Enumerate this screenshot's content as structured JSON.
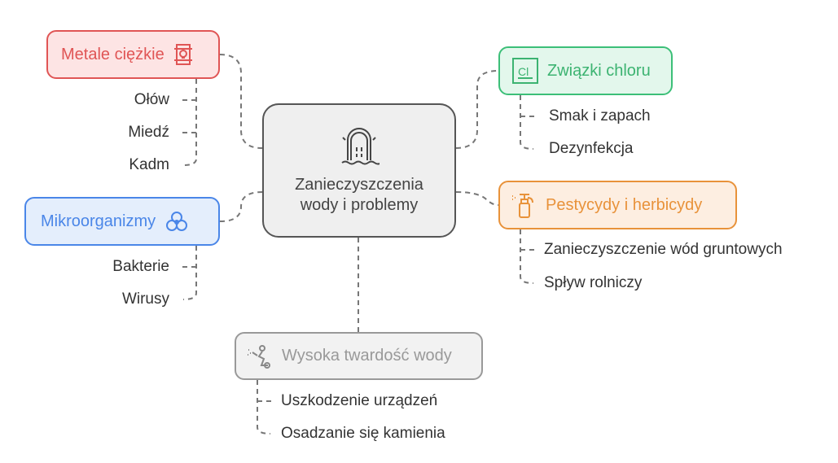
{
  "center": {
    "title_line1": "Zanieczyszczenia",
    "title_line2": "wody i problemy",
    "icon": "water-pipe-icon"
  },
  "branches": [
    {
      "label": "Metale ciężkie",
      "icon": "toxic-barrel-icon",
      "color": "#e05555",
      "fill": "#fde4e4",
      "items": [
        "Ołów",
        "Miedź",
        "Kadm"
      ]
    },
    {
      "label": "Mikroorganizmy",
      "icon": "biohazard-icon",
      "color": "#4a86e8",
      "fill": "#e4eefc",
      "items": [
        "Bakterie",
        "Wirusy"
      ]
    },
    {
      "label": "Związki chloru",
      "icon": "chlorine-element-icon",
      "color": "#3cbf78",
      "fill": "#e3f7ec",
      "items": [
        "Smak i zapach",
        "Dezynfekcja"
      ]
    },
    {
      "label": "Pestycydy i herbicydy",
      "icon": "spray-bottle-icon",
      "color": "#e8923a",
      "fill": "#fdeee1",
      "items": [
        "Zanieczyszczenie wód gruntowych",
        "Spływ rolniczy"
      ]
    },
    {
      "label": "Wysoka twardość wody",
      "icon": "person-scale-icon",
      "color": "#999999",
      "fill": "#f2f2f2",
      "items": [
        "Uszkodzenie urządzeń",
        "Osadzanie się kamienia"
      ]
    }
  ]
}
